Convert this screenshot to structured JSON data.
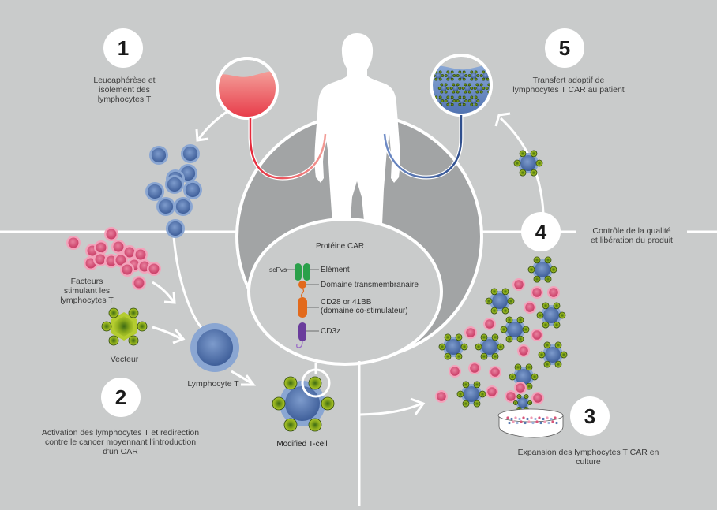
{
  "title": "CAR T-cell therapy process",
  "colors": {
    "background": "#c9cbcb",
    "center_disc": "#a2a4a5",
    "line": "#ffffff",
    "blood_red": "#e8333f",
    "blue_cell": "#5577b0",
    "blue_cell_ring": "#8aa6d2",
    "pink_factor": "#d9557a",
    "pink_ring": "#f09ab4",
    "green_receptor": "#9fbf2a",
    "scfv_green": "#2aa04a",
    "transmembrane_orange": "#e26a1c",
    "cd3z_purple": "#6a3c9c"
  },
  "steps": [
    {
      "number": "1",
      "label": "Leucaphérèse et isolement des lymphocytes T"
    },
    {
      "number": "2",
      "label": "Activation des lymphocytes T et redirection contre le cancer moyennant l'introduction d'un CAR"
    },
    {
      "number": "3",
      "label": "Expansion des lymphocytes T CAR en culture"
    },
    {
      "number": "4",
      "label": "Contrôle de la qualité et libération du produit"
    },
    {
      "number": "5",
      "label": "Transfert adoptif de lymphocytes T CAR au patient"
    }
  ],
  "step_lines": {
    "s1": [
      "Leucaphérèse et",
      "isolement des",
      "lymphocytes T"
    ],
    "s2": [
      "Activation des lymphocytes T et redirection",
      "contre le cancer moyennant l'introduction",
      "d'un CAR"
    ],
    "s3": [
      "Expansion des lymphocytes T CAR en",
      "culture"
    ],
    "s4": [
      "Contrôle de la qualité",
      "et libération du produit"
    ],
    "s5": [
      "Transfert adoptif de",
      "lymphocytes T CAR au patient"
    ]
  },
  "labels": {
    "factors": [
      "Facteurs",
      "stimulant les",
      "lymphocytes T"
    ],
    "vector": "Vecteur",
    "lymphocyte": "Lymphocyte T",
    "modified_cell": "Modified T-cell"
  },
  "car_protein": {
    "title": "Protéine CAR",
    "scfvs": "scFvs",
    "element": "Elément",
    "transmembrane": "Domaine transmembranaire",
    "costim_line1": "CD28 or 41BB",
    "costim_line2": "(domaine co-stimulateur)",
    "cd3z": "CD3z"
  }
}
